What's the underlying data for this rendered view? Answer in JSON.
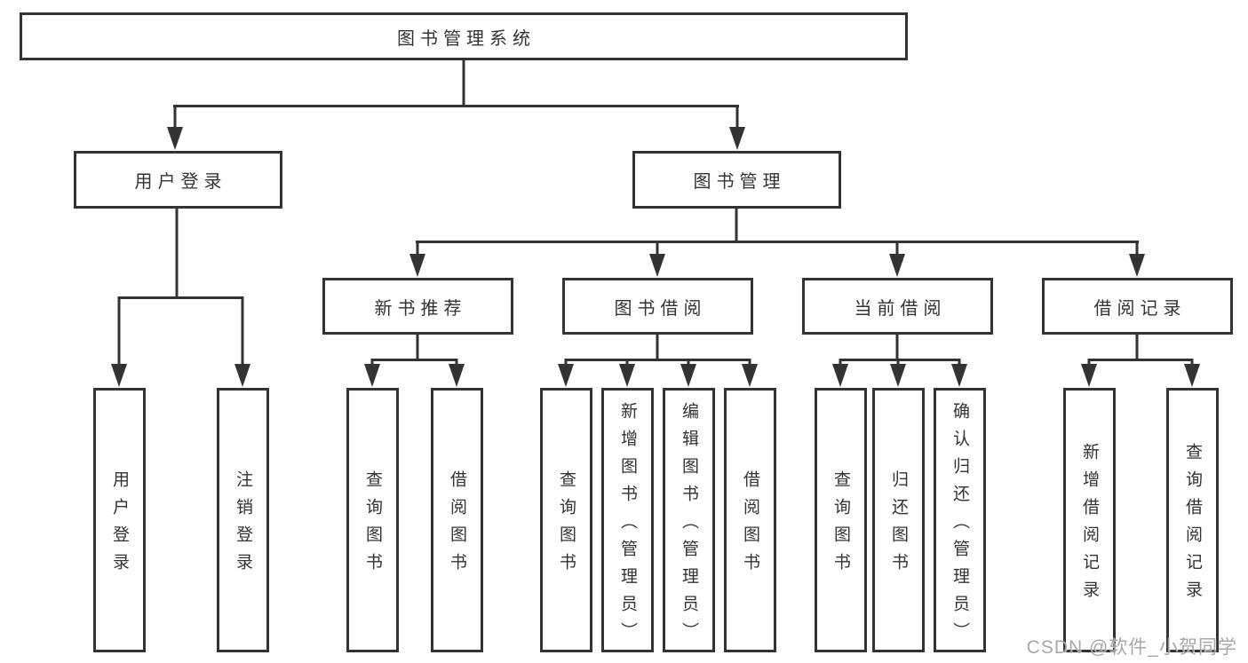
{
  "diagram": {
    "root": "图书管理系统",
    "level1": [
      "用户登录",
      "图书管理"
    ],
    "level2": [
      "新书推荐",
      "图书借阅",
      "当前借阅",
      "借阅记录"
    ],
    "level3": {
      "user_login_children": [
        "用户登录",
        "注销登录"
      ],
      "new_book_children": [
        "查询图书",
        "借阅图书"
      ],
      "book_borrow_children": [
        "查询图书",
        "新增图书（管理员）",
        "编辑图书（管理员）",
        "借阅图书"
      ],
      "current_borrow_children": [
        "查询图书",
        "归还图书",
        "确认归还（管理员）"
      ],
      "borrow_record_children": [
        "新增借阅记录",
        "查询借阅记录"
      ]
    }
  },
  "watermark": "CSDN @软件_小贺同学",
  "colors": {
    "line": "#333333",
    "node_border": "#333333",
    "node_text": "#333333",
    "background": "#ffffff",
    "watermark": "#9e9e9e"
  }
}
